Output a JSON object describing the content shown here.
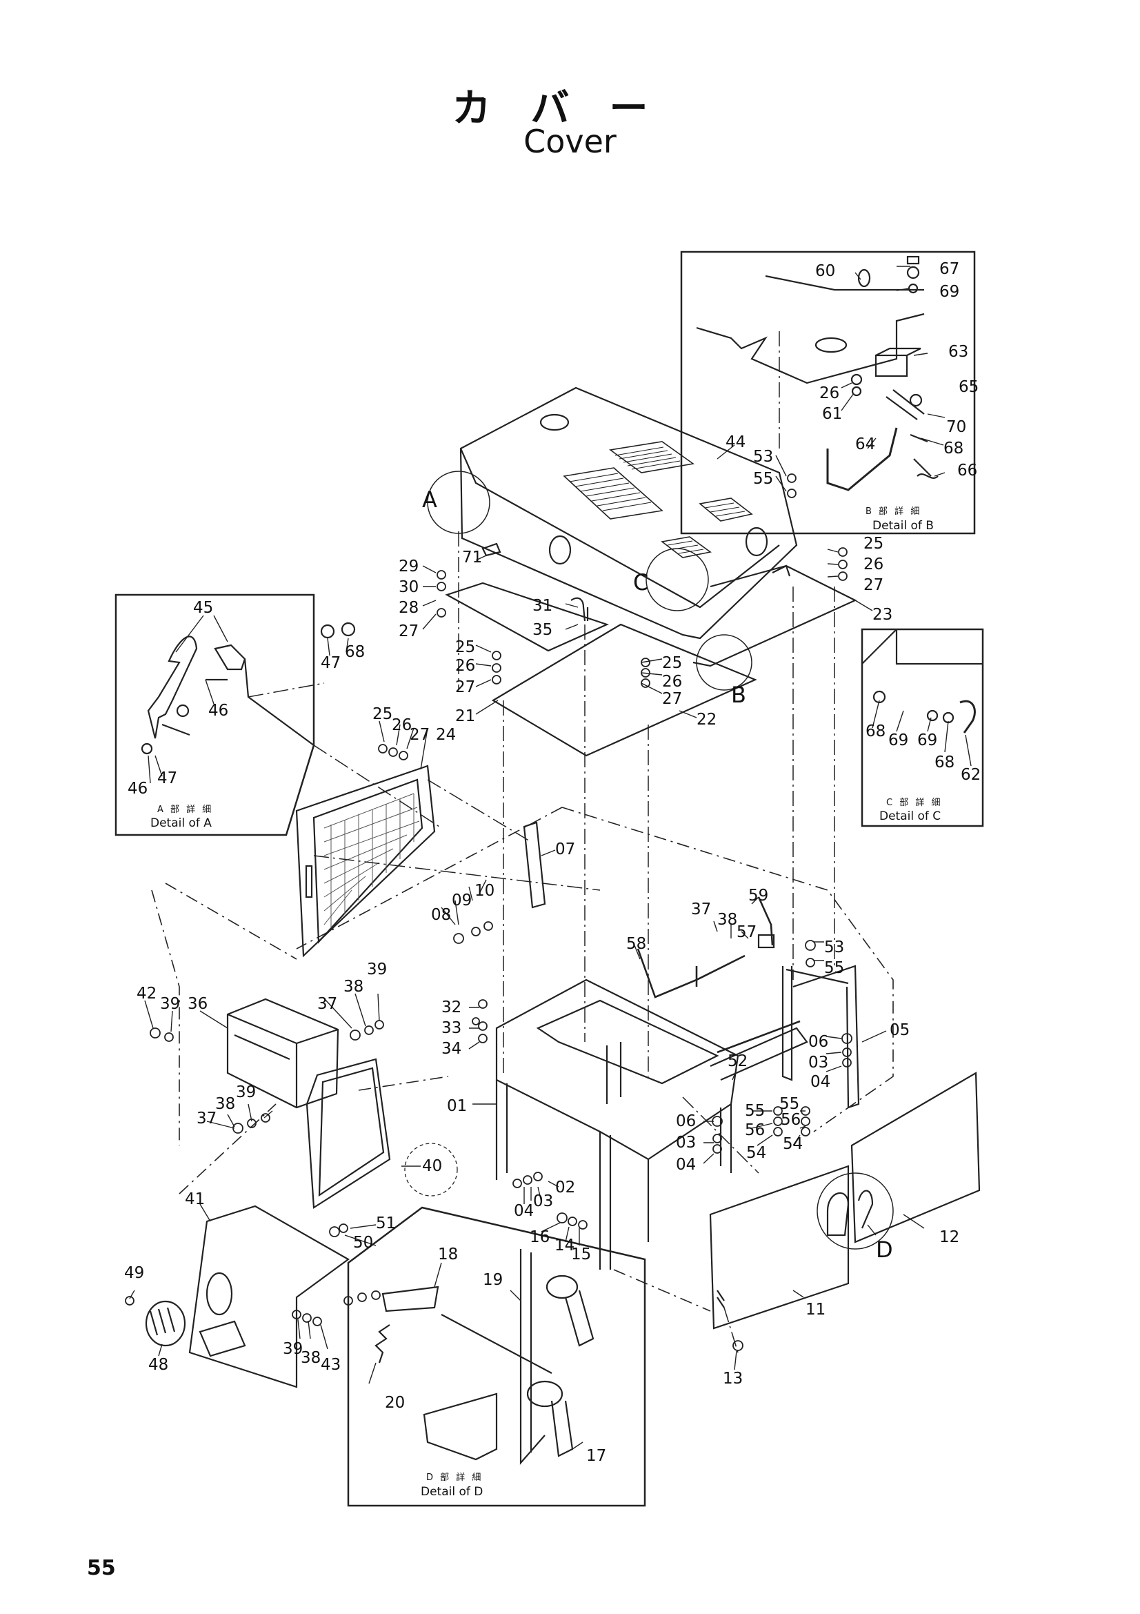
{
  "title_jp": "カバー",
  "title_en": "Cover",
  "page_number": "55",
  "details": {
    "A": {
      "jp": "A 部 詳 細",
      "en": "Detail of A"
    },
    "B": {
      "jp": "B 部 詳 細",
      "en": "Detail of B"
    },
    "C": {
      "jp": "C 部 詳 細",
      "en": "Detail of C"
    },
    "D": {
      "jp": "D 部 詳 細",
      "en": "Detail of D"
    }
  },
  "callouts": {
    "A": "A",
    "B": "B",
    "C": "C",
    "D": "D"
  },
  "labels": {
    "b60": "60",
    "b67": "67",
    "b69": "69",
    "b63": "63",
    "b26": "26",
    "b61": "61",
    "b65": "65",
    "b70": "70",
    "b64": "64",
    "b68": "68",
    "b66": "66",
    "b53": "53",
    "b55": "55",
    "b44": "44",
    "m25a": "25",
    "m26a": "26",
    "m27a": "27",
    "m23": "23",
    "m29": "29",
    "m30": "30",
    "m71": "71",
    "m28": "28",
    "m27b": "27",
    "m31": "31",
    "m35": "35",
    "m25b": "25",
    "m26b": "26",
    "m27c": "27",
    "m21": "21",
    "m25c": "25",
    "m26c": "26",
    "m27d": "27",
    "m22": "22",
    "a45": "45",
    "a47a": "47",
    "a68": "68",
    "a46a": "46",
    "a46b": "46",
    "a47b": "47",
    "c68a": "68",
    "c69a": "69",
    "c69b": "69",
    "c68b": "68",
    "c62": "62",
    "g25": "25",
    "g26": "26",
    "g27": "27",
    "g24": "24",
    "g07": "07",
    "g09": "09",
    "g10": "10",
    "g08": "08",
    "s37": "37",
    "s38": "38",
    "s57": "57",
    "s59": "59",
    "s58": "58",
    "s53": "53",
    "s55": "55",
    "s06": "06",
    "s03": "03",
    "s04": "04",
    "s05": "05",
    "s52": "52",
    "s55b": "55",
    "s55c": "55",
    "s56a": "56",
    "s56b": "56",
    "s54a": "54",
    "s54b": "54",
    "f32": "32",
    "f33": "33",
    "f34": "34",
    "f01": "01",
    "f06": "06",
    "f03": "03",
    "f04": "04",
    "f02": "02",
    "f03b": "03",
    "f04b": "04",
    "f16": "16",
    "f14": "14",
    "f15": "15",
    "h42": "42",
    "h39": "39",
    "h36": "36",
    "h37": "37",
    "h38": "38",
    "h39b": "39",
    "h39c": "39",
    "h38b": "38",
    "h37b": "37",
    "h40": "40",
    "p41": "41",
    "p51": "51",
    "p50": "50",
    "p49": "49",
    "p48": "48",
    "p39": "39",
    "p38": "38",
    "p43": "43",
    "d18": "18",
    "d19": "19",
    "d20": "20",
    "d17": "17",
    "r12": "12",
    "r11": "11",
    "r13": "13"
  }
}
